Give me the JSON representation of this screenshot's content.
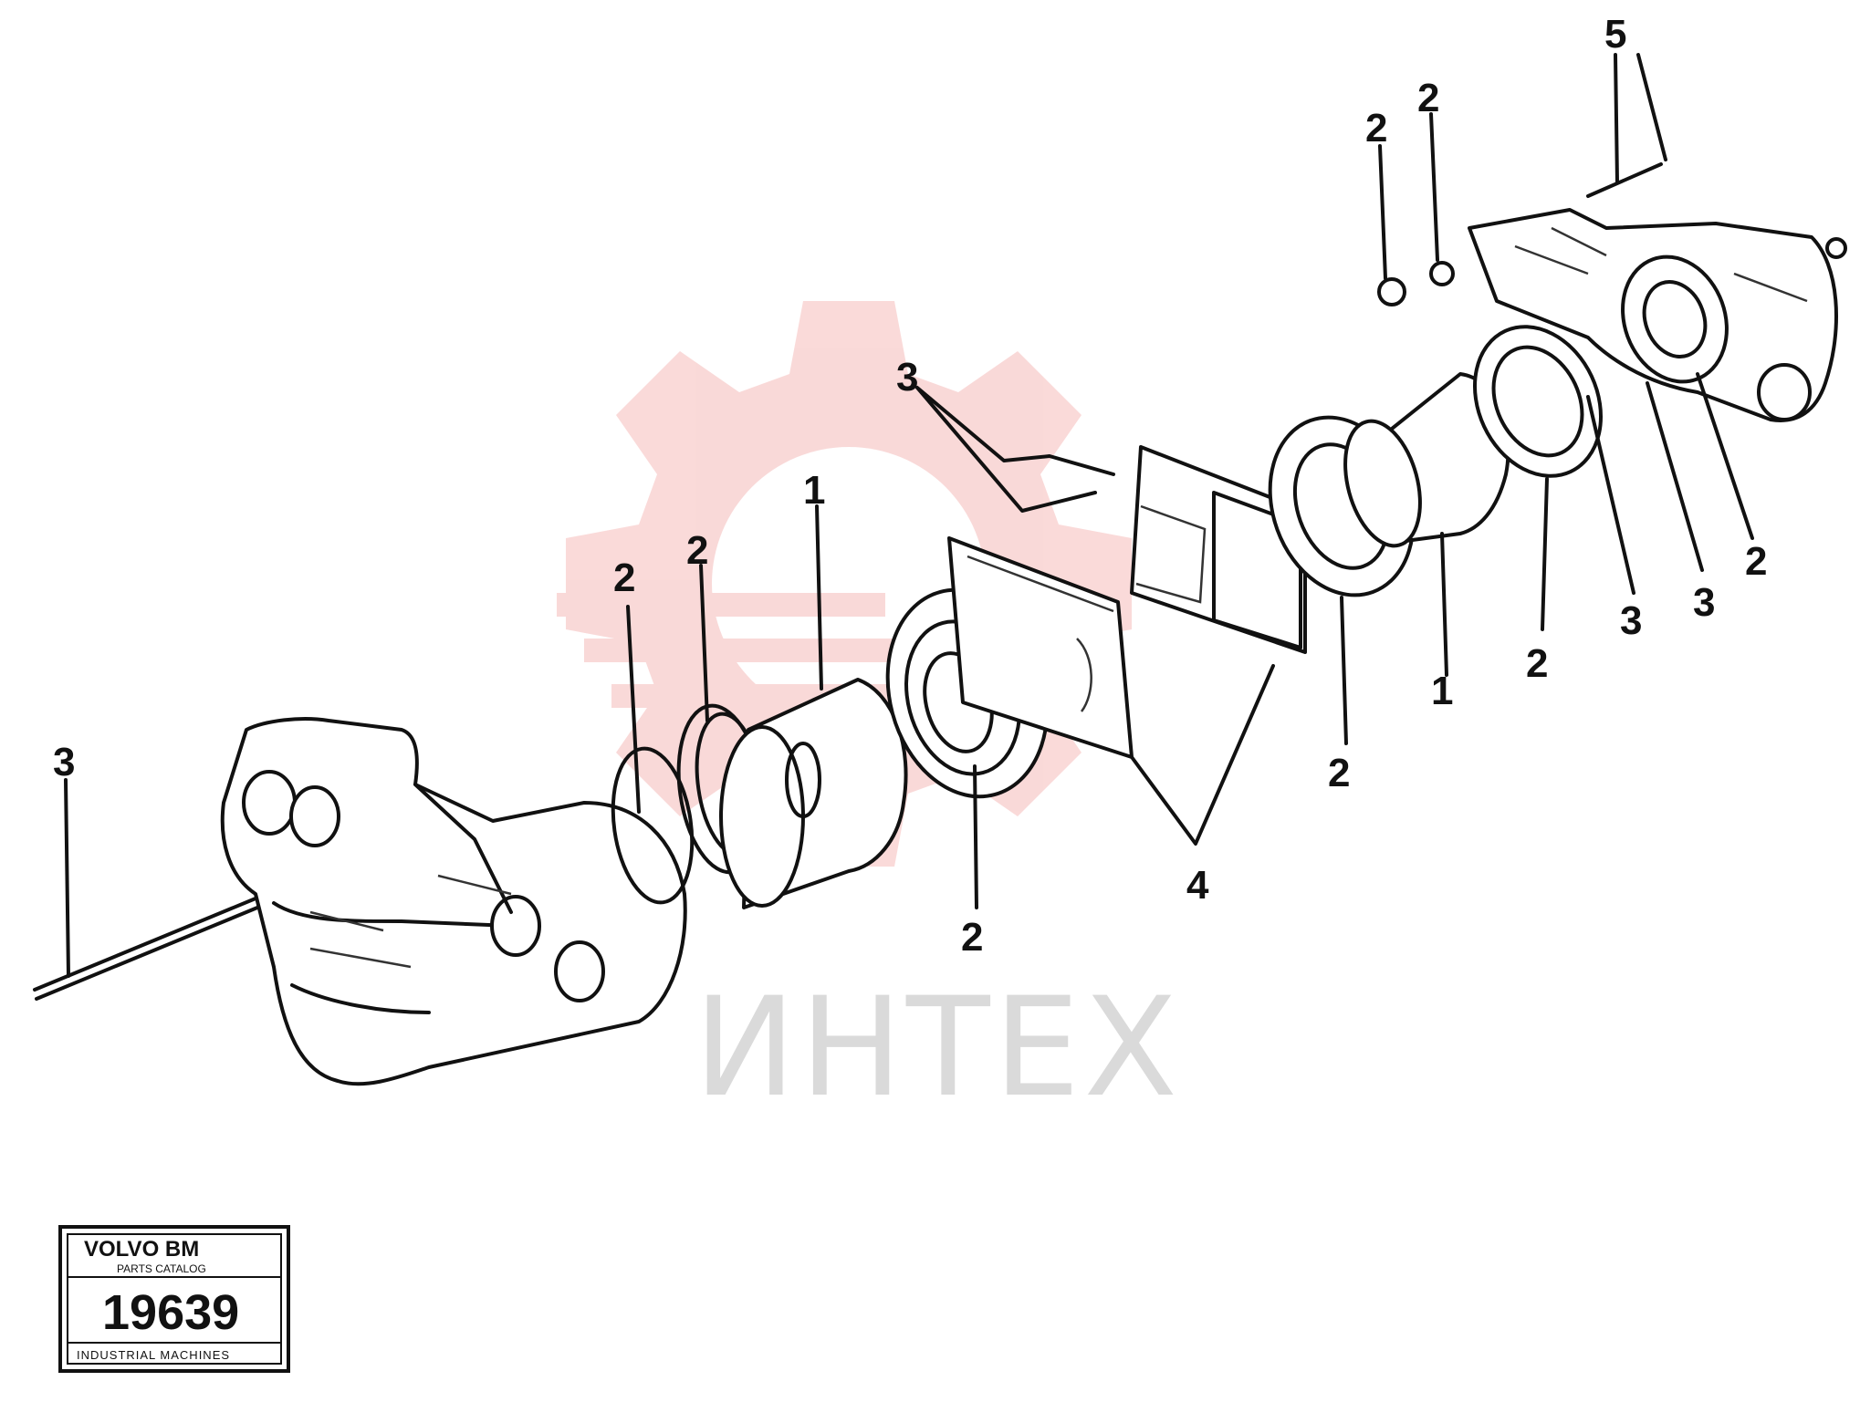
{
  "watermark": {
    "text": "ИНТЕХ",
    "color": "#e3322f"
  },
  "title_box": {
    "top_line": "VOLVO BM",
    "sub_line": "PARTS CATALOG",
    "number": "19639",
    "footer": "INDUSTRIAL MACHINES"
  },
  "callouts": [
    {
      "id": "c-left-3",
      "label": "3"
    },
    {
      "id": "c-2a",
      "label": "2"
    },
    {
      "id": "c-2b",
      "label": "2"
    },
    {
      "id": "c-1-mid",
      "label": "1"
    },
    {
      "id": "c-3-mid",
      "label": "3"
    },
    {
      "id": "c-2-bottom",
      "label": "2"
    },
    {
      "id": "c-4",
      "label": "4"
    },
    {
      "id": "c-2-right",
      "label": "2"
    },
    {
      "id": "c-1-right",
      "label": "1"
    },
    {
      "id": "c-2-r2",
      "label": "2"
    },
    {
      "id": "c-3-r",
      "label": "3"
    },
    {
      "id": "c-3-r2",
      "label": "3"
    },
    {
      "id": "c-2-r3",
      "label": "2"
    },
    {
      "id": "c-2-top1",
      "label": "2"
    },
    {
      "id": "c-2-top2",
      "label": "2"
    },
    {
      "id": "c-5-top",
      "label": "5"
    }
  ]
}
